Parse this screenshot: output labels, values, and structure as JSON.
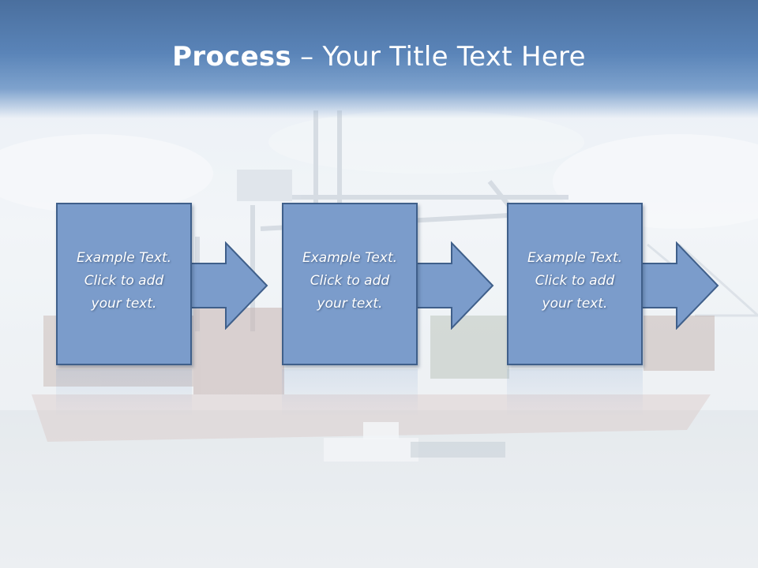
{
  "slide": {
    "title_bold": "Process",
    "title_rest": " – Your Title Text Here"
  },
  "steps": [
    {
      "line1": "Example Text.",
      "line2": "Click  to add",
      "line3": "your text."
    },
    {
      "line1": "Example Text.",
      "line2": "Click  to add",
      "line3": "your text."
    },
    {
      "line1": "Example Text.",
      "line2": "Click  to add",
      "line3": "your text."
    }
  ],
  "colors": {
    "box_fill": "#7b9ccb",
    "box_border": "#3f5f8a",
    "header": "#5a84b8"
  },
  "background": {
    "scene": "container port with cranes and ship (faded photo)"
  }
}
